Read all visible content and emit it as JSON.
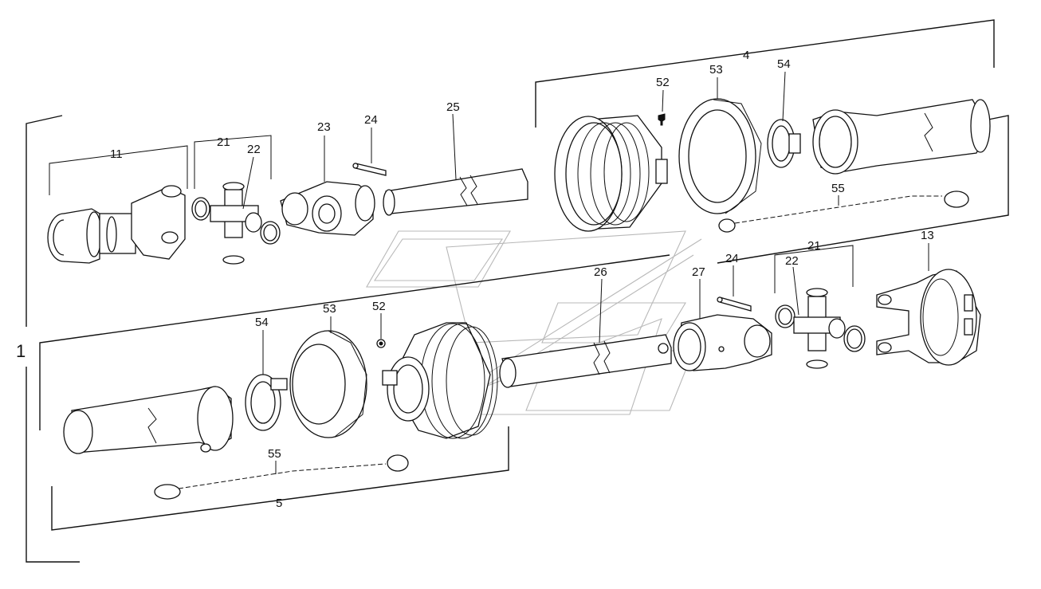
{
  "labels": {
    "assembly": "1",
    "half_upper": "4",
    "half_lower": "5",
    "p11": "11",
    "p13": "13",
    "p21a": "21",
    "p21b": "21",
    "p22a": "22",
    "p22b": "22",
    "p23": "23",
    "p24a": "24",
    "p24b": "24",
    "p25": "25",
    "p26": "26",
    "p27": "27",
    "p52a": "52",
    "p52b": "52",
    "p53a": "53",
    "p53b": "53",
    "p54a": "54",
    "p54b": "54",
    "p55a": "55",
    "p55b": "55"
  },
  "colors": {
    "line": "#111111",
    "watermark": "#b8b8b8",
    "background": "#ffffff"
  }
}
